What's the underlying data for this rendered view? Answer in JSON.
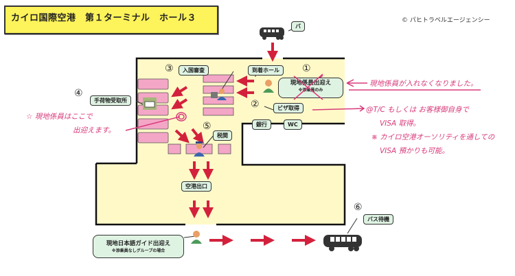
{
  "title": "カイロ国際空港　第１ターミナル　ホール３",
  "copyright": "© パヒトラベルエージェンシー",
  "colors": {
    "title_bg": "#fdf35a",
    "building_fill": "#fff9c8",
    "counter_pink": "#f4a6c6",
    "arrow_red": "#d3213c",
    "label_bg": "#dff3e3",
    "handwriting": "#d83a7a"
  },
  "labels": {
    "bus_top": "バ",
    "arrival_hall": "到着ホール",
    "immigration": "入国審査",
    "baggage_claim": "手荷物受取所",
    "visa": "ビザ取得",
    "bank": "銀行",
    "wc": "WC",
    "customs": "税関",
    "airport_exit": "空港出口",
    "bus_waiting": "バス待機"
  },
  "step_numbers": [
    "①",
    "②",
    "③",
    "④",
    "⑤",
    "⑥"
  ],
  "local_staff_bubble": {
    "main": "現地係員出迎え",
    "sub": "※添乗員のみ",
    "crossed_out": true
  },
  "guide_bubble": {
    "main": "現地日本語ガイド出迎え",
    "sub": "※添乗員なしグループの場合"
  },
  "handwritten_notes": {
    "note_staff_cannot_enter": "現地係員が入れなくなりました。",
    "note_visa_line1": "@T/C もしくは お客様御自身で",
    "note_visa_line2": "VISA 取得。",
    "note_visa_line3": "※ カイロ空港オーソリティを通しての",
    "note_visa_line4": "VISA 預かりも可能。",
    "note_meet_line1": "☆ 現地係員はここで",
    "note_meet_line2": "出迎えます。"
  },
  "icons": [
    "bus-icon",
    "person-icon",
    "officer-icon",
    "computer-icon",
    "baggage-icon",
    "arrow-icon"
  ]
}
